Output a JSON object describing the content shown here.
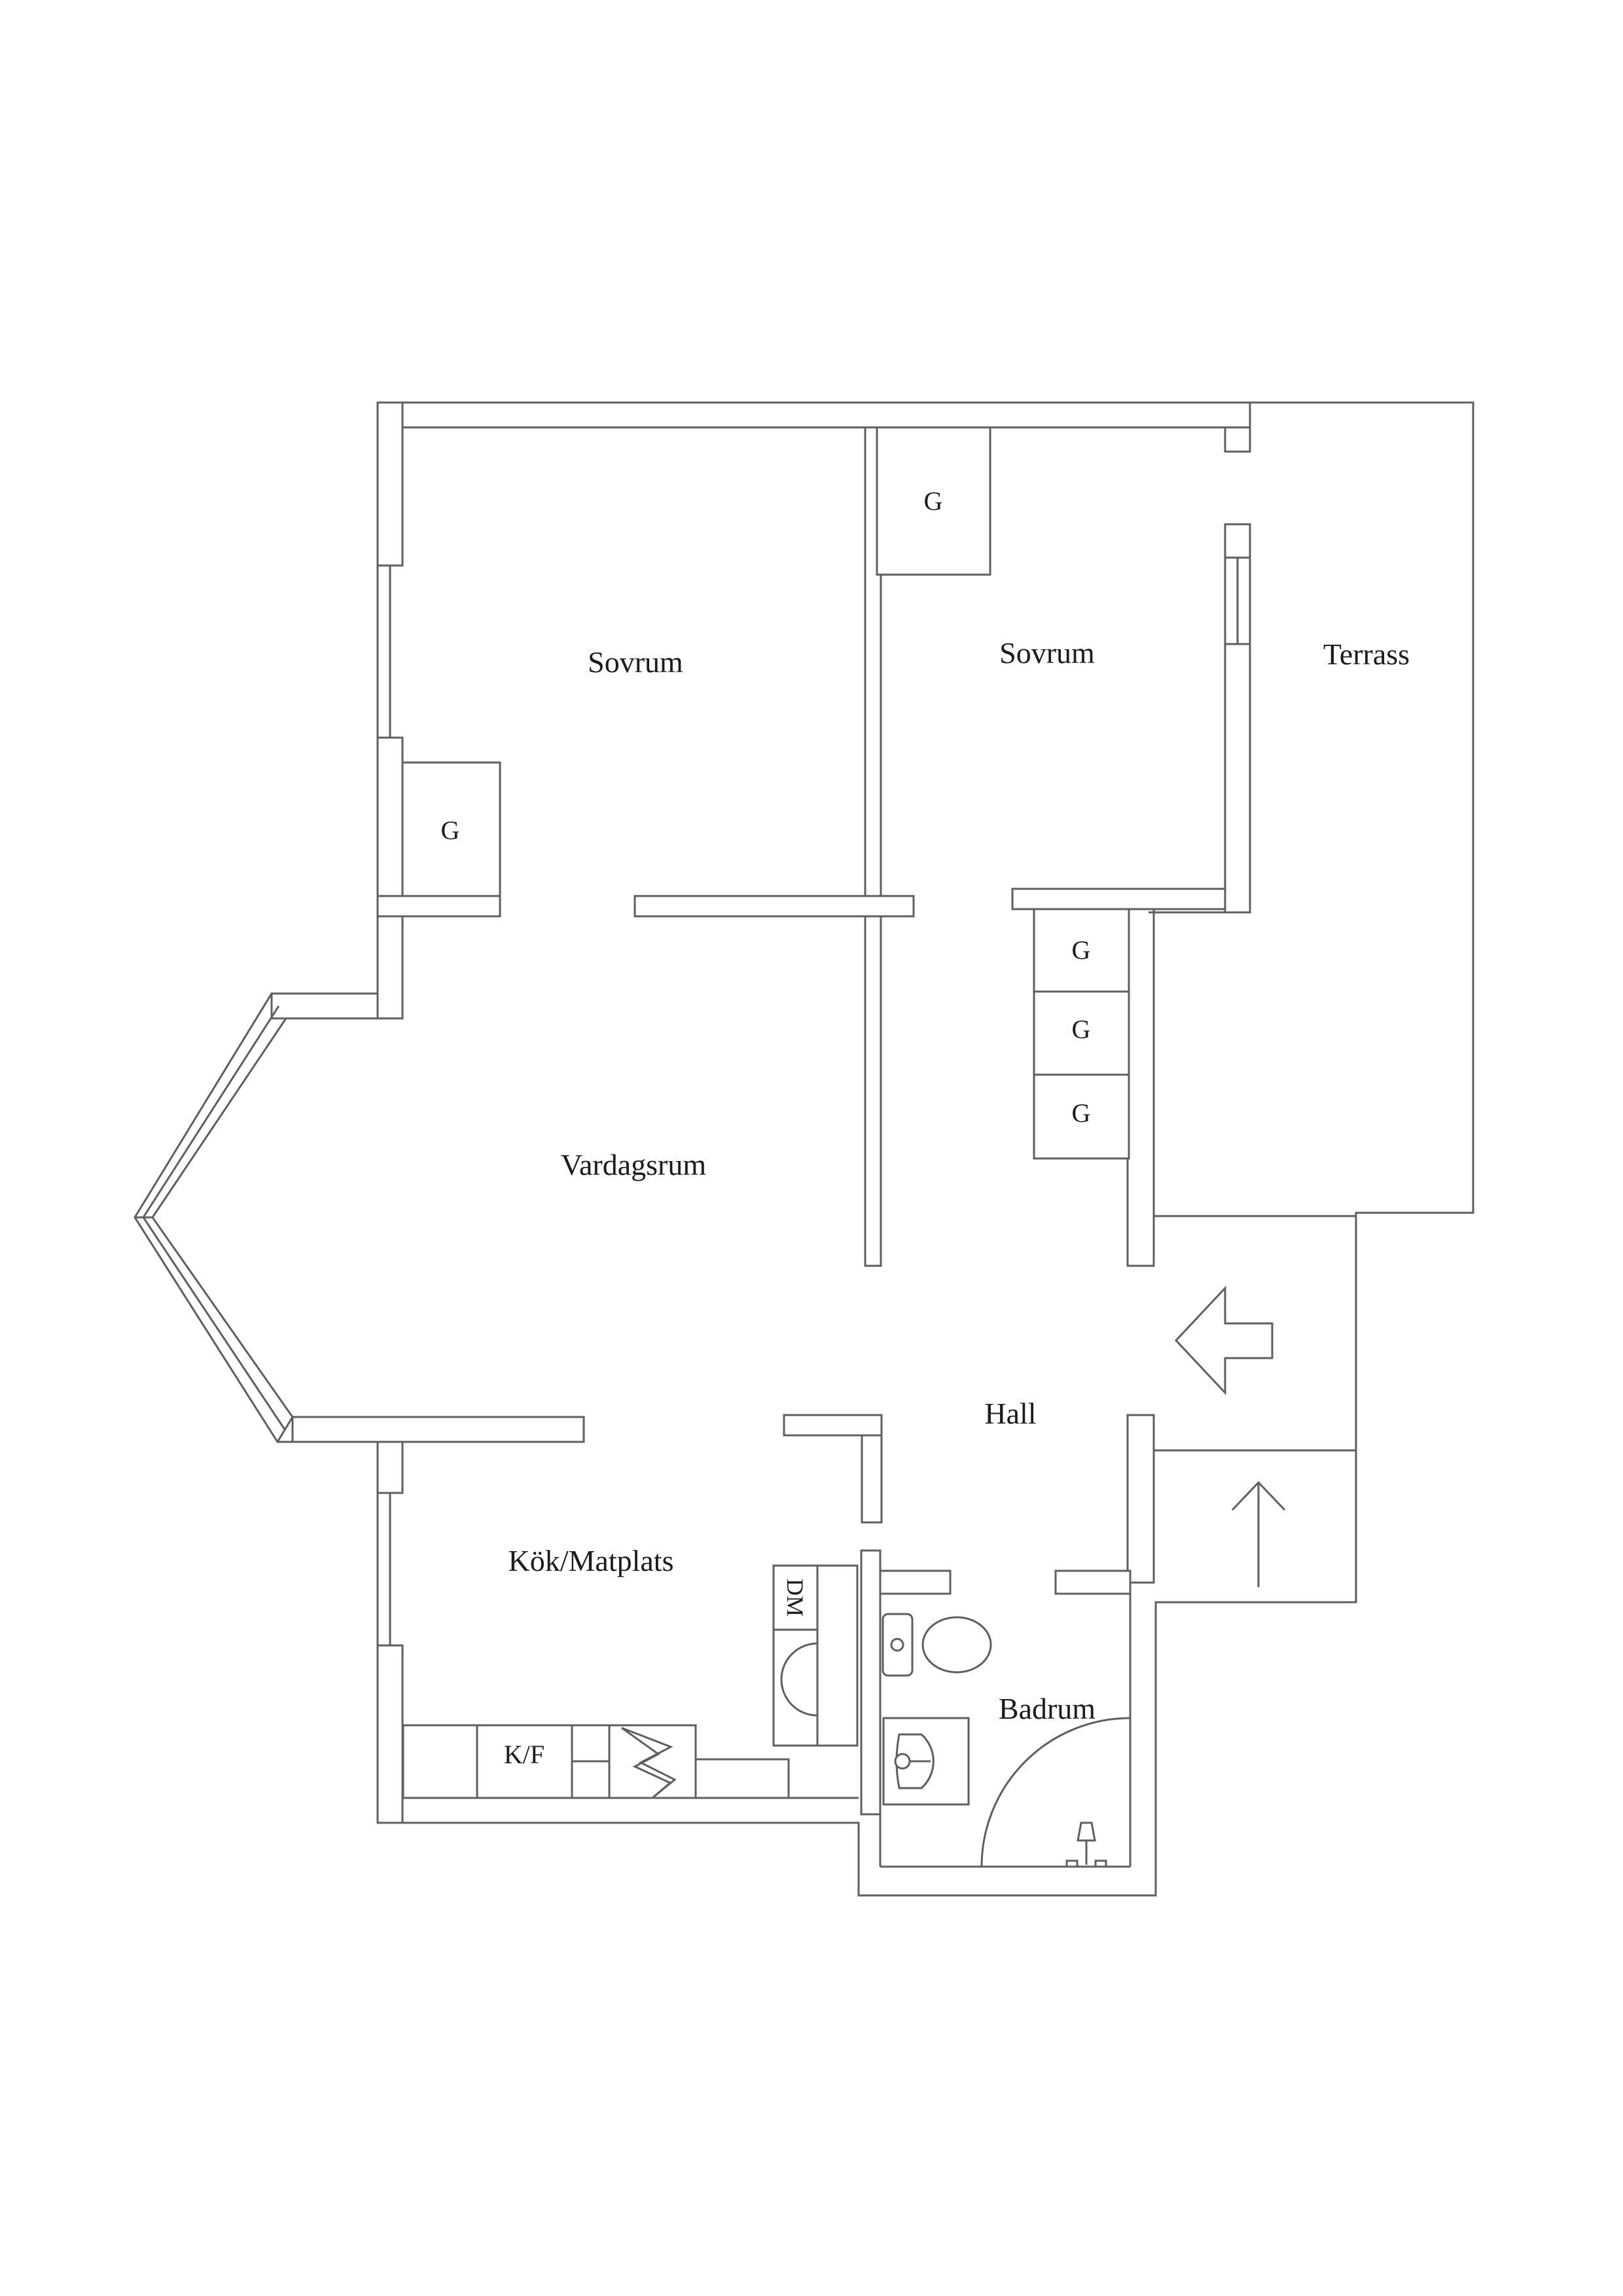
{
  "plan": {
    "type": "apartment-floor-plan",
    "language": "sv",
    "line_color": "#5f5f5f",
    "text_color": "#1c1c1c",
    "background": "#ffffff"
  },
  "labels": {
    "sovrum_left": "Sovrum",
    "sovrum_right": "Sovrum",
    "terrass": "Terrass",
    "vardagsrum": "Vardagsrum",
    "hall": "Hall",
    "kok_matplats": "Kök/Matplats",
    "badrum": "Badrum",
    "garderob_bed1": "G",
    "garderob_bed2": "G",
    "garderob_col_1": "G",
    "garderob_col_2": "G",
    "garderob_col_3": "G",
    "kyl_frys": "K/F",
    "diskmaskin": "DM"
  },
  "icons": {
    "entry_arrow": "left-arrow",
    "stairs_up_arrow": "up-arrow",
    "stove": "lightning-bolt",
    "toilet": "toilet-top-view",
    "bathroom_sink": "washbasin-top-view",
    "kitchen_sink": "half-round-sink",
    "shower": "quarter-circle-shower"
  }
}
